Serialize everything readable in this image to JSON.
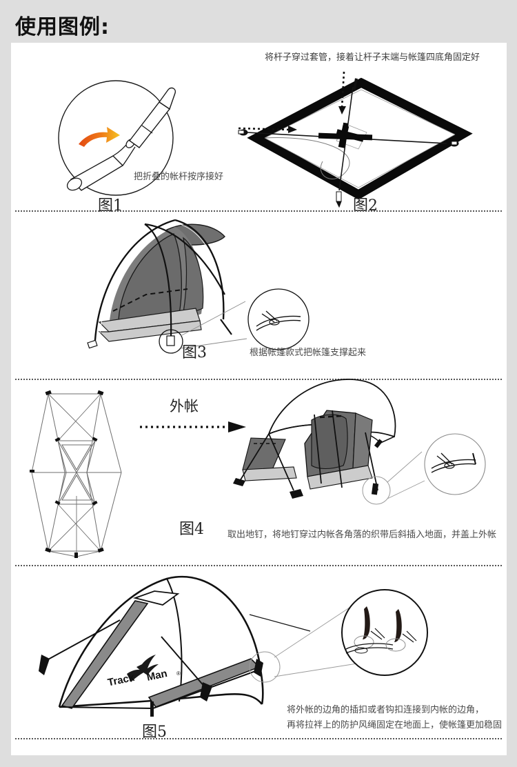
{
  "header": {
    "title": "使用图例:"
  },
  "colors": {
    "page_background": "#dedede",
    "panel_background": "#ffffff",
    "line": "#1a1a1a",
    "mesh_dark": "#6e6e6e",
    "mesh_mid": "#8c8c8c",
    "floor_light": "#cccccc",
    "fly_gray": "#8a8a8a",
    "arrow_orange": "#e8521f",
    "arrow_yellow": "#f2b01e",
    "caption_text": "#4a4a4a"
  },
  "steps": [
    {
      "id": "step-1",
      "figure_label": "图1",
      "caption": "把折叠的帐杆按序接好",
      "icon": "tent-pole-connect-illustration"
    },
    {
      "id": "step-2",
      "figure_label": "图2",
      "caption": "将杆子穿过套管，接着让杆子末端与帐篷四底角固定好",
      "icon": "tent-floor-poles-diagram"
    },
    {
      "id": "step-3",
      "figure_label": "图3",
      "caption": "根据帐篷款式把帐篷支撑起来",
      "icon": "inner-tent-pitched-illustration",
      "detail_icon": "pole-grommet-detail"
    },
    {
      "id": "step-4",
      "figure_label": "图4",
      "caption": "取出地钉，将地钉穿过内帐各角落的织带后斜插入地面，并盖上外帐",
      "arrow_label": "外帐",
      "icon": "rainfly-flat-layout",
      "detail_icon": "ground-stake-detail"
    },
    {
      "id": "step-5",
      "figure_label": "图5",
      "caption_line1": "将外帐的边角的插扣或者钩扣连接到内帐的边角，",
      "caption_line2": "再将拉袢上的防护风绳固定在地面上，使帐篷更加稳固",
      "icon": "complete-tent-illustration",
      "detail_icon": "guyline-stakes-detail",
      "brand": "Track Man®"
    }
  ]
}
